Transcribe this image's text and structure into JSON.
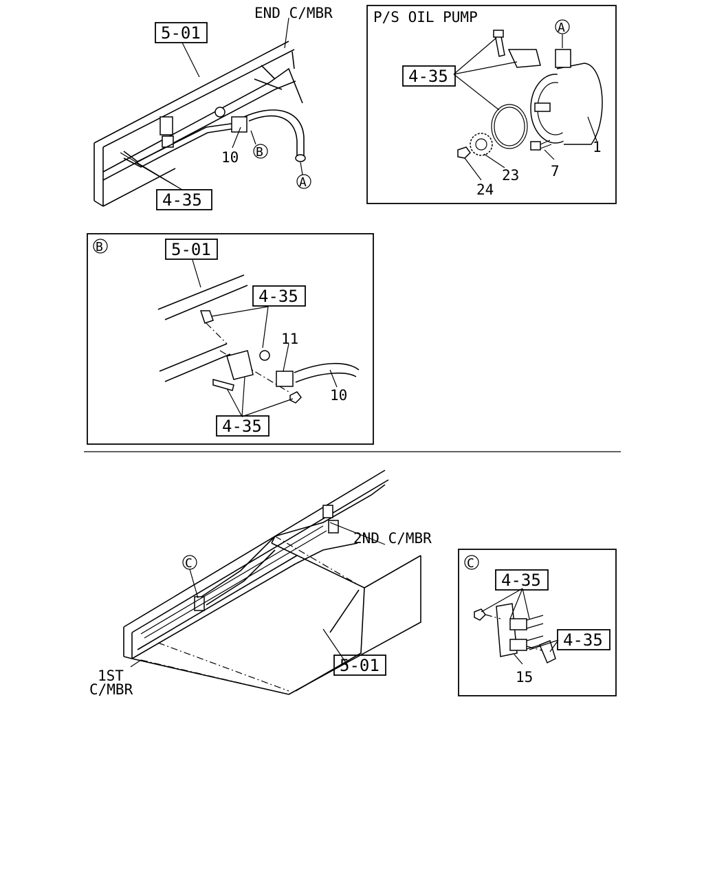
{
  "top_left": {
    "ref_5_01": "5-01",
    "ref_4_35": "4-35",
    "label_end_cmbr": "END C/MBR",
    "part_10": "10",
    "callout_b": "B",
    "callout_a": "A"
  },
  "pump_panel": {
    "title": "P/S OIL PUMP",
    "ref_4_35": "4-35",
    "callout_a": "A",
    "part_1": "1",
    "part_7": "7",
    "part_23": "23",
    "part_24": "24"
  },
  "detail_b": {
    "callout": "B",
    "ref_5_01": "5-01",
    "ref_4_35_top": "4-35",
    "ref_4_35_bottom": "4-35",
    "part_11": "11",
    "part_10": "10"
  },
  "bottom_frame": {
    "callout_c": "C",
    "label_2nd_cmbr": "2ND C/MBR",
    "label_1st_line1": "1ST",
    "label_1st_line2": "C/MBR",
    "ref_5_01": "5-01"
  },
  "detail_c": {
    "callout": "C",
    "ref_4_35_top": "4-35",
    "ref_4_35_right": "4-35",
    "part_15": "15"
  }
}
